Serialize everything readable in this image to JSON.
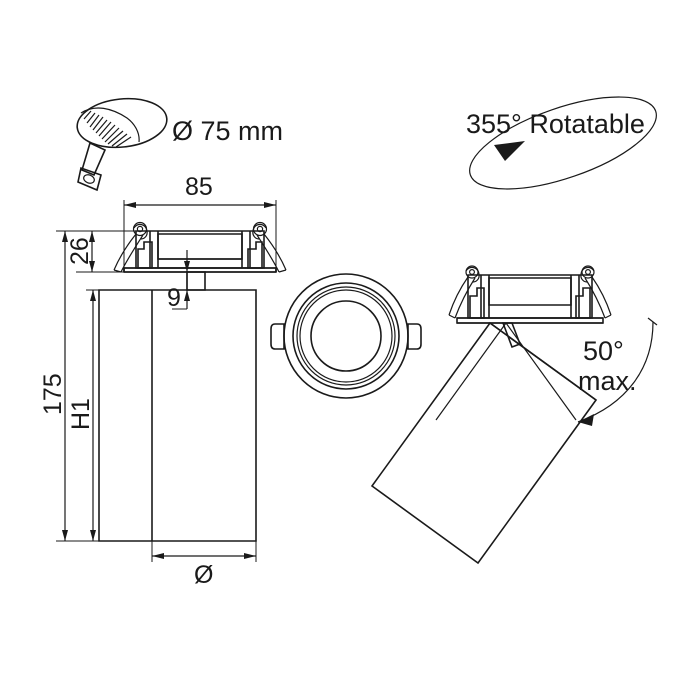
{
  "drawing": {
    "title": "Recessed adjustable spotlight dimensional drawing",
    "background_color": "#ffffff",
    "line_color": "#1a1a1a"
  },
  "annotations": {
    "cutout_diameter": "Ø 75 mm",
    "rotatable": "355° Rotatable",
    "tilt_angle_line1": "50°",
    "tilt_angle_line2": "max."
  },
  "dimensions": {
    "frame_width": "85",
    "frame_height": "26",
    "neck_offset": "9",
    "total_height": "175",
    "body_height": "H1",
    "body_diameter": "Ø"
  },
  "icons": {
    "hole_saw": "hole-saw-icon",
    "rotation_ellipse": "rotation-ellipse-icon",
    "rotation_arrow": "rotation-arrow-icon",
    "tilt_arc": "tilt-arc-icon"
  },
  "views": {
    "side_view": "side-section-view",
    "front_view": "front-view",
    "tilted_view": "tilted-assembly-view"
  }
}
